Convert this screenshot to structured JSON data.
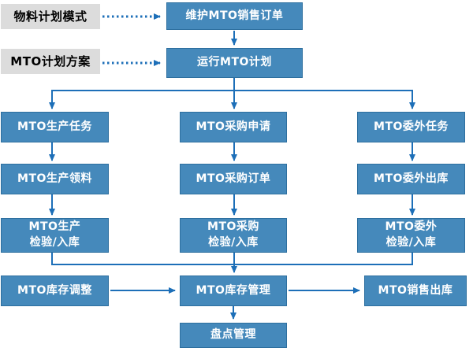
{
  "colors": {
    "node_fill": "#4589bb",
    "node_border": "#2d6f9f",
    "node_text": "#ffffff",
    "input_fill": "#dcdcdc",
    "input_text": "#000000",
    "arrow": "#1d6fb8"
  },
  "inputs": {
    "material_plan_mode": "物料计划模式",
    "mto_plan_scheme": "MTO计划方案"
  },
  "top_flow": {
    "maintain_mto_sales_order": "维护MTO销售订单",
    "run_mto_plan": "运行MTO计划"
  },
  "columns": {
    "production": {
      "task": "MTO生产任务",
      "picking": "MTO生产领料",
      "inspection": "MTO生产\n检验/入库"
    },
    "purchase": {
      "request": "MTO采购申请",
      "order": "MTO采购订单",
      "inspection": "MTO采购\n检验/入库"
    },
    "outsourcing": {
      "task": "MTO委外任务",
      "issue": "MTO委外出库",
      "inspection": "MTO委外\n检验/入库"
    }
  },
  "bottom_flow": {
    "inventory_adjustment": "MTO库存调整",
    "inventory_management": "MTO库存管理",
    "sales_delivery": "MTO销售出库",
    "stocktaking_management": "盘点管理"
  }
}
